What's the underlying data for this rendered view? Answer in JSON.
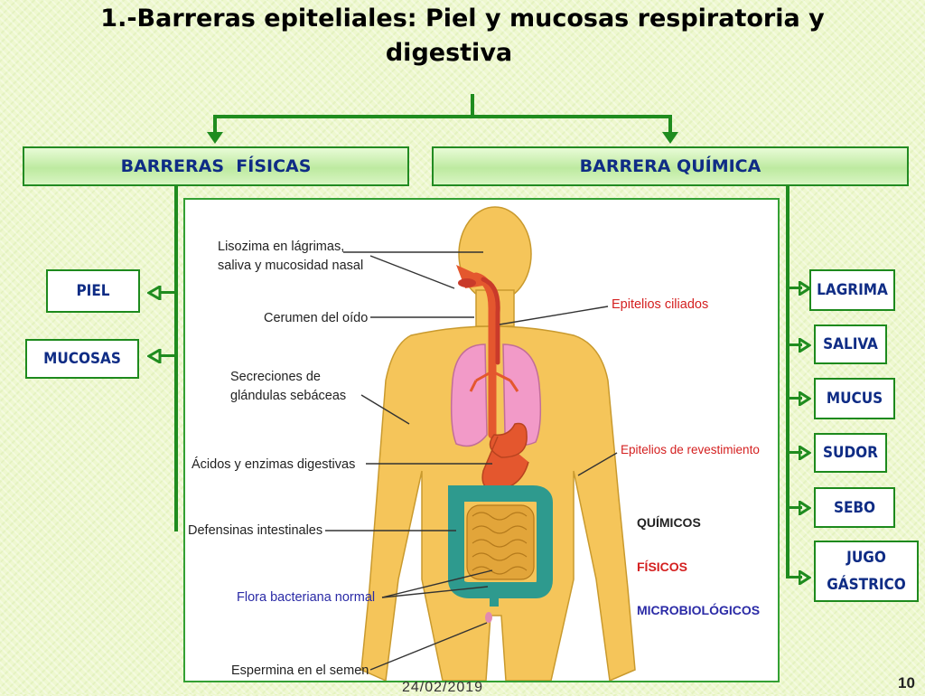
{
  "slide": {
    "title_line1": "1.-Barreras epiteliales: Piel y mucosas respiratoria y",
    "title_line2": "digestiva",
    "footer_date": "24/02/2019",
    "page_number": "10"
  },
  "headers": {
    "physical": "BARRERAS  FÍSICAS",
    "chemical": "BARRERA QUÍMICA"
  },
  "physical_items": [
    "PIEL",
    "MUCOSAS"
  ],
  "chemical_items": [
    "LAGRIMA",
    "SALIVA",
    "MUCUS",
    "SUDOR",
    "SEBO",
    "JUGO GÁSTRICO"
  ],
  "diagram": {
    "labels": {
      "lisozima_1": "Lisozima en lágrimas,",
      "lisozima_2": "saliva y mucosidad nasal",
      "cerumen": "Cerumen del oído",
      "secreciones_1": "Secreciones de",
      "secreciones_2": "glándulas sebáceas",
      "acidos": "Ácidos y enzimas digestivas",
      "defensinas": "Defensinas intestinales",
      "flora": "Flora bacteriana normal",
      "espermina": "Espermina en el semen",
      "epitelios_ciliados": "Epitelios ciliados",
      "epitelios_revestimiento": "Epitelios de revestimiento"
    },
    "legend": {
      "quimicos": "QUÍMICOS",
      "fisicos": "FÍSICOS",
      "microbiologicos": "MICROBIOLÓGICOS"
    },
    "colors": {
      "quimicos": "#222222",
      "fisicos": "#d42020",
      "microbiologicos": "#2a2aa6",
      "body": "#f5c55a",
      "lungs": "#f29ac8",
      "digestive": "#e4572e",
      "intestine": "#2e9a8e"
    }
  },
  "colors": {
    "connector": "#1f8c1f",
    "box_text": "#0f2c85"
  }
}
